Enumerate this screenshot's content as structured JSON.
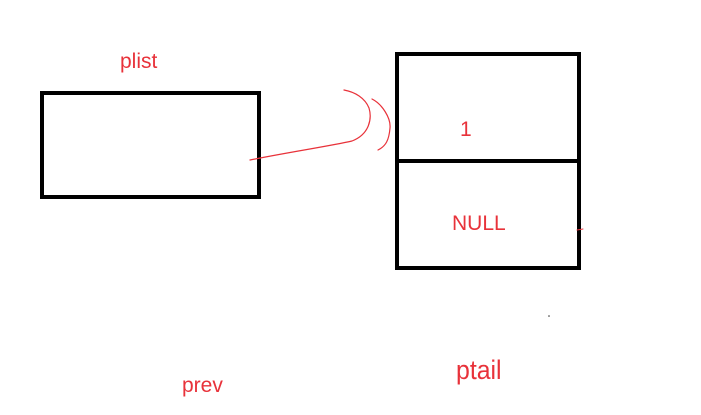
{
  "labels": {
    "plist": "plist",
    "prev": "prev",
    "ptail": "ptail"
  },
  "node": {
    "value": "1",
    "next": "NULL"
  },
  "colors": {
    "box_stroke": "#000000",
    "annotation": "#e8323a",
    "background": "#ffffff"
  }
}
